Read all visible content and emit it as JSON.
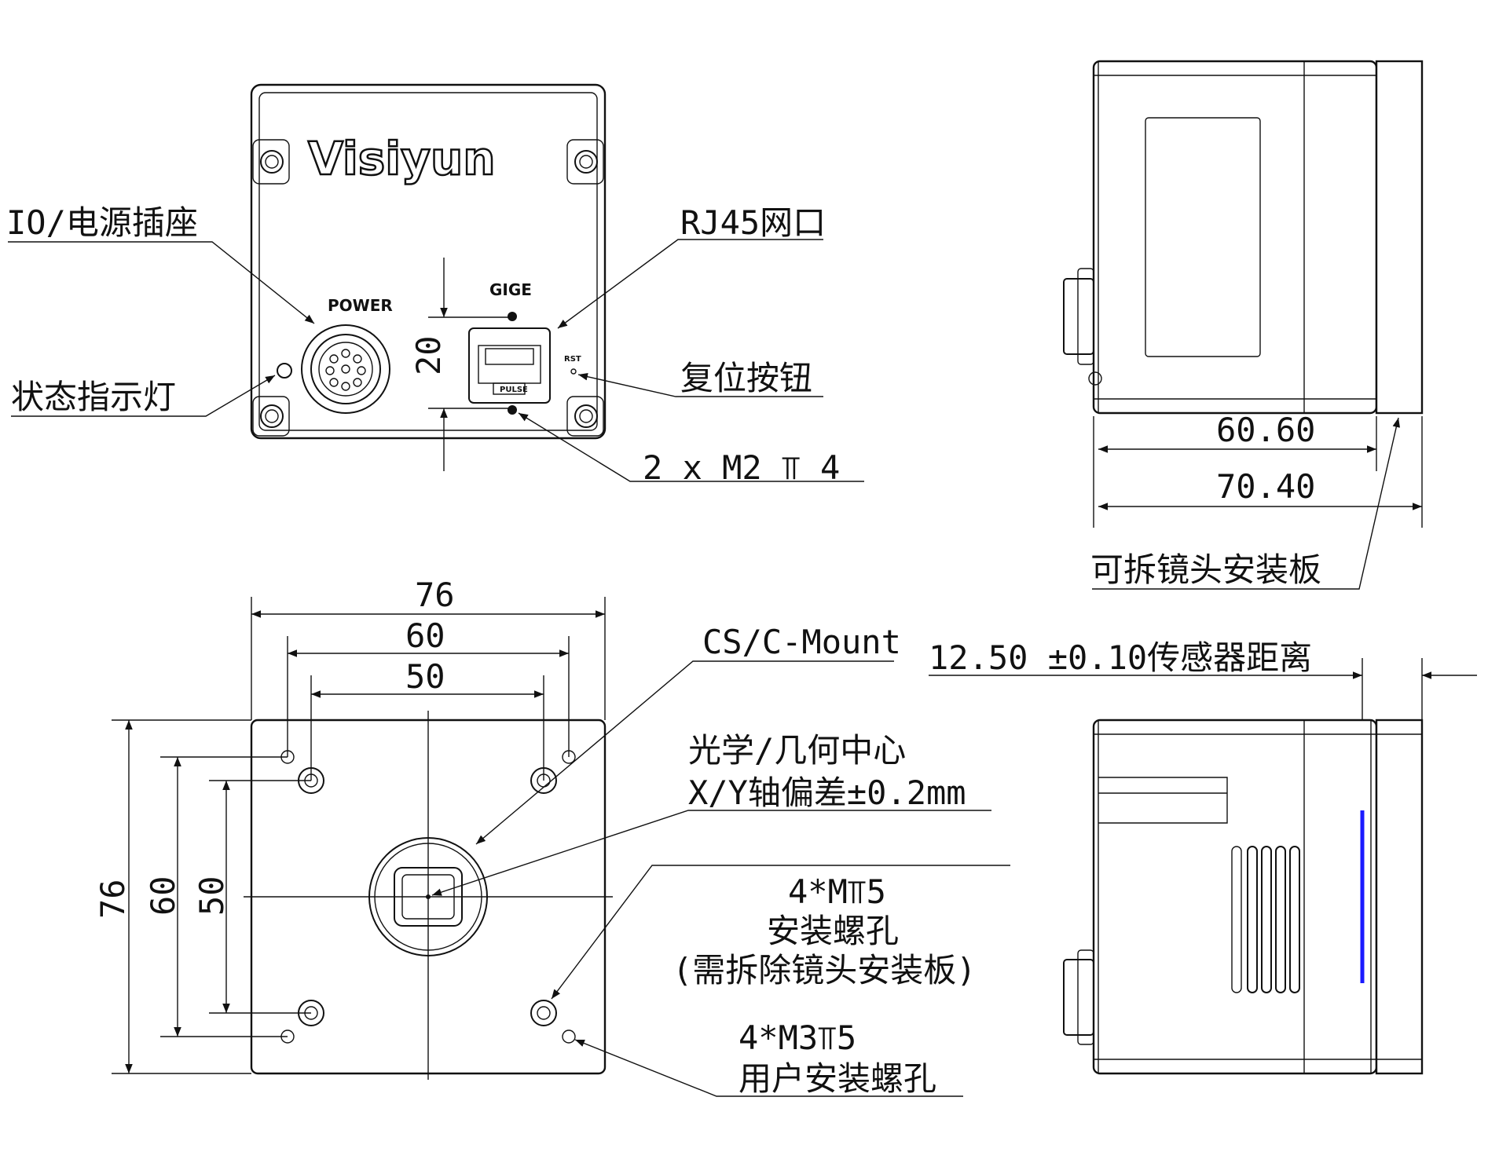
{
  "brand": {
    "logo_text": "Visiyun"
  },
  "front_view": {
    "power_label": "POWER",
    "gige_label": "GIGE",
    "rst_label": "RST",
    "pulse_label": "PULSE",
    "dim_spacing": "20",
    "callouts": {
      "io_power": "IO/电源插座",
      "rj45": "RJ45网口",
      "status_led": "状态指示灯",
      "reset_button": "复位按钮",
      "m2_holes": "2 x  M2 ⫪ 4"
    }
  },
  "side_view_top": {
    "dim_body": "60.60",
    "dim_total": "70.40",
    "callout_plate": "可拆镜头安装板"
  },
  "bottom_view": {
    "dim_width_outer": "76",
    "dim_width_mid": "60",
    "dim_width_inner": "50",
    "dim_height_outer": "76",
    "dim_height_mid": "60",
    "dim_height_inner": "50",
    "callout_mount": "CS/C-Mount",
    "callout_center_line1": "光学/几何中心",
    "callout_center_line2": "X/Y轴偏差±0.2mm",
    "callout_m_holes_line1": "4*M⫪5",
    "callout_m_holes_line2": "安装螺孔",
    "callout_m_holes_line3": "(需拆除镜头安装板)",
    "callout_m3_line1": "4*M3⫪5",
    "callout_m3_line2": "用户安装螺孔"
  },
  "side_view_bottom": {
    "dim_sensor": "12.50 ±0.10传感器距离",
    "sensor_line_color": "#1a1aff"
  }
}
